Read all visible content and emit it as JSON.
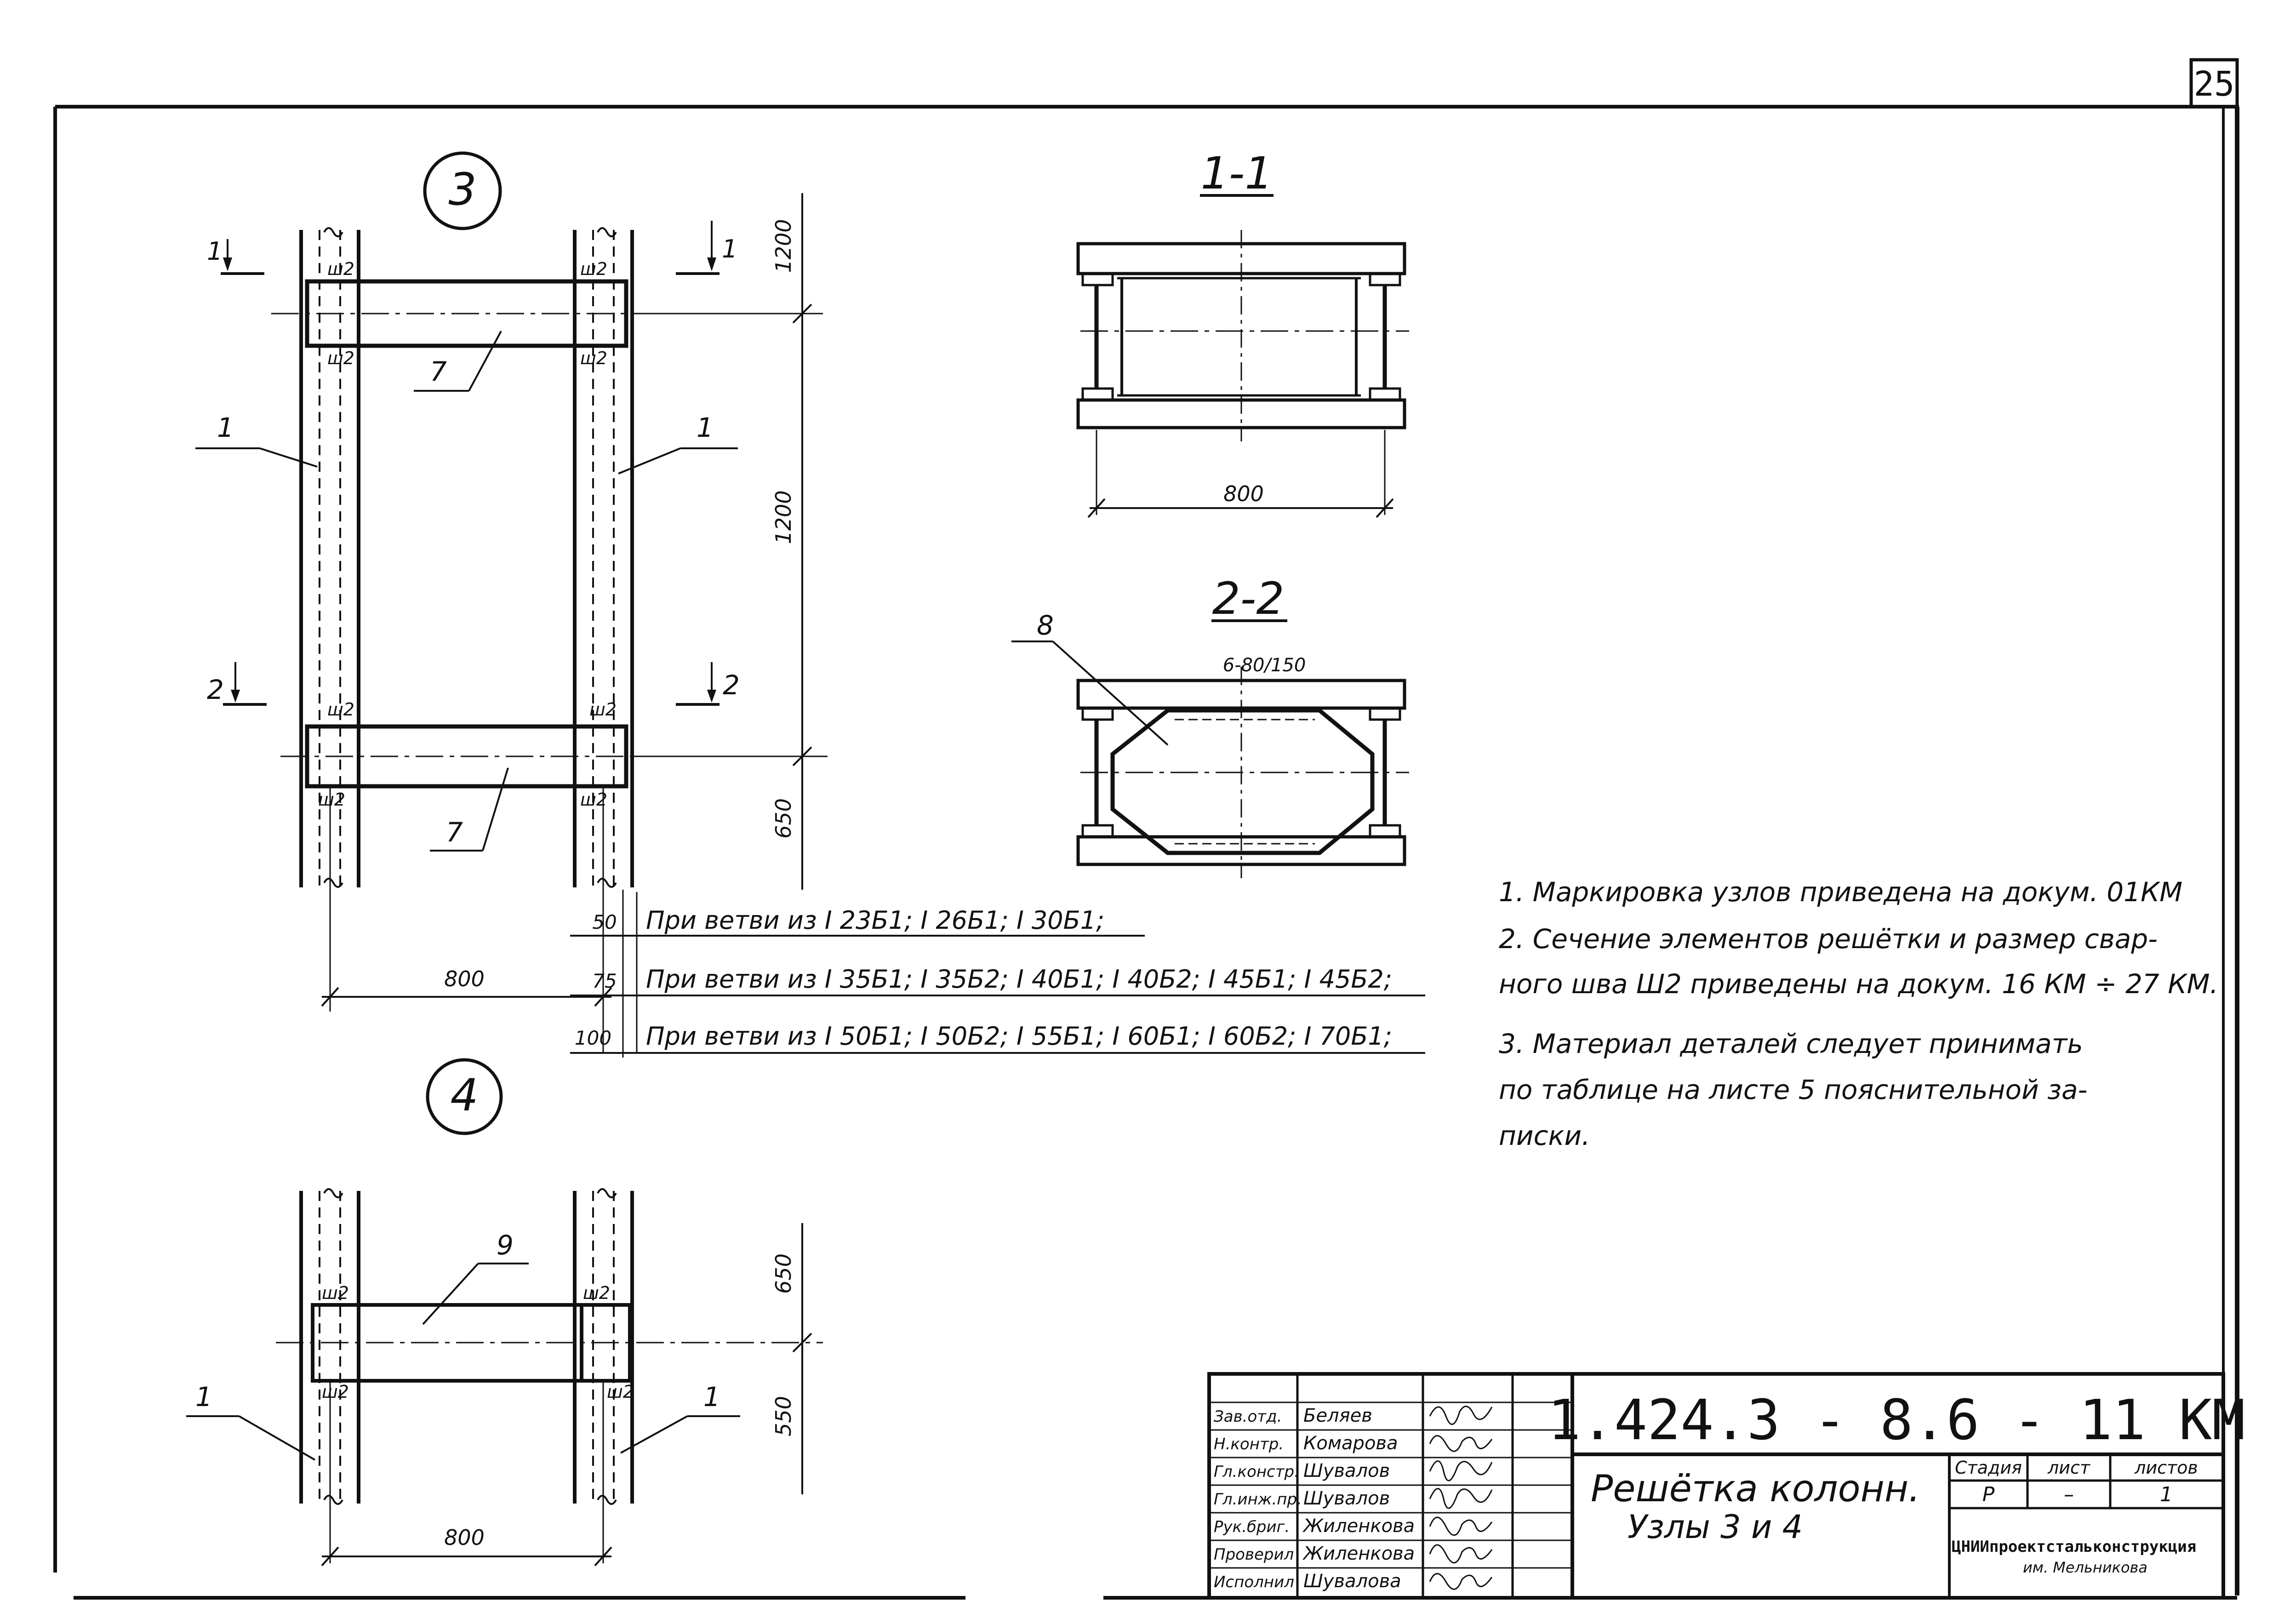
{
  "sheet": {
    "page_number": "25"
  },
  "node3": {
    "label": "3",
    "section_marks": [
      "1",
      "1",
      "2",
      "2"
    ],
    "weld_mark": "ш2",
    "member_labels": [
      "1",
      "1",
      "7",
      "7"
    ],
    "dims_vertical": [
      "1200",
      "1200",
      "650"
    ],
    "dim_horizontal": "800",
    "offsets": [
      "50",
      "75",
      "100"
    ]
  },
  "branch_notes": [
    "При ветви из I 23Б1; I 26Б1; I 30Б1;",
    "При ветви из  I 35Б1; I 35Б2; I 40Б1; I 40Б2; I 45Б1; I 45Б2;",
    "При ветви из I 50Б1; I 50Б2; I 55Б1; I 60Б1; I 60Б2; I 70Б1;"
  ],
  "section_1_1": {
    "title": "1-1",
    "dim": "800"
  },
  "section_2_2": {
    "title": "2-2",
    "plate_label": "6-80/150",
    "member_label": "8"
  },
  "node4": {
    "label": "4",
    "weld_mark": "ш2",
    "member_labels": [
      "1",
      "1",
      "9"
    ],
    "dims_vertical": [
      "650",
      "550"
    ],
    "dim_horizontal": "800"
  },
  "notes": [
    "1.  Маркировка  узлов  приведена  на  докум. 01КМ",
    "2.  Сечение  элементов  решётки  и размер свар-",
    "ного  шва  Ш2  приведены   на докум.  16 КМ ÷ 27 КМ.",
    "3.  Материал  деталей  следует   принимать",
    "по  таблице  на листе  5   пояснительной   за-",
    "писки."
  ],
  "title_block": {
    "doc_code": "1.424.3 - 8.6 -  11 КМ",
    "title_line1": "Решётка  колонн.",
    "title_line2": "Узлы   3 и 4",
    "roles": [
      "Зав.отд.",
      "Н.контр.",
      "Гл.констр.",
      "Гл.инж.пр.",
      "Рук.бриг.",
      "Проверил",
      "Исполнил"
    ],
    "names": [
      "Беляев",
      "Комарова",
      "Шувалов",
      "Шувалов",
      "Жиленкова",
      "Жиленкова",
      "Шувалова"
    ],
    "col_stage": "Стадия",
    "col_sheet": "лист",
    "col_sheets": "листов",
    "stage": "Р",
    "sheet_no": "–",
    "sheets_total": "1",
    "org_line1": "ЦНИИпроектстальконструкция",
    "org_line2": "им. Мельникова"
  }
}
